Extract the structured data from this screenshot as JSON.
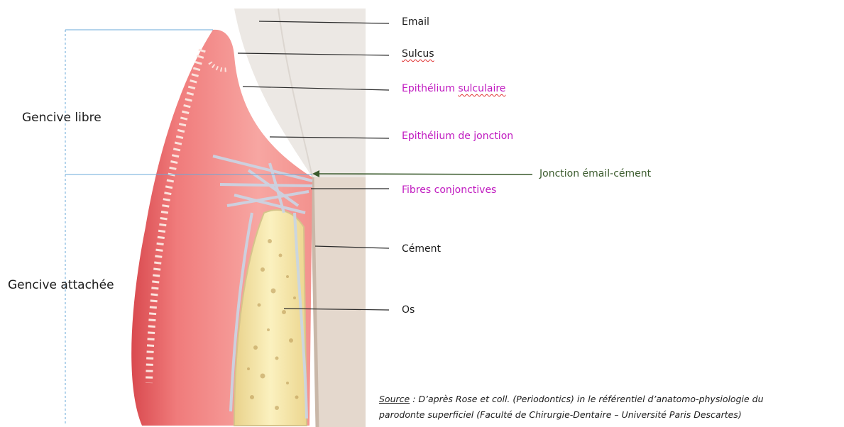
{
  "labels": {
    "email": "Email",
    "sulcus": "Sulcus",
    "epithelium_sulculaire_a": "Epithélium ",
    "epithelium_sulculaire_b": "sulculaire",
    "epithelium_jonction": "Epithélium de jonction",
    "jonction_email_cement": "Jonction émail-cément",
    "fibres_conjonctives": "Fibres conjonctives",
    "cement": "Cément",
    "os": "Os",
    "gencive_libre": "Gencive libre",
    "gencive_attachee": "Gencive attachée"
  },
  "source": {
    "prefix": "Source",
    "line1": " : D’après Rose et coll. (Periodontics) in le référentiel d’anatomo-physiologie du",
    "line2": "parodonte superficiel (Faculté de Chirurgie-Dentaire – Université Paris Descartes)"
  },
  "colors": {
    "gum": "#f27d7d",
    "gum_light": "#f9b4b0",
    "bone": "#f5e7a6",
    "enamel": "#ebe7e3",
    "root": "#e3d7cc",
    "pink_text": "#c01ac0",
    "green_arrow": "#3a5a2c",
    "bracket": "#6aa8d8"
  }
}
